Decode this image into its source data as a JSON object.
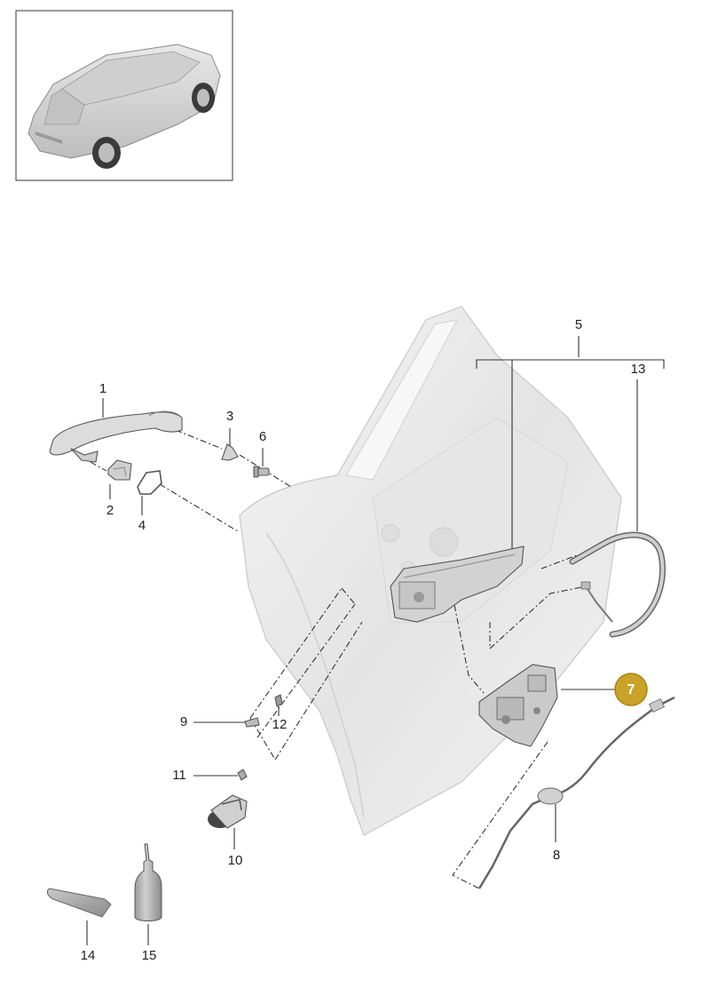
{
  "callouts": {
    "c1": "1",
    "c2": "2",
    "c3": "3",
    "c4": "4",
    "c5": "5",
    "c6": "6",
    "c7": "7",
    "c8": "8",
    "c9": "9",
    "c10": "10",
    "c11": "11",
    "c12": "12",
    "c13": "13",
    "c14": "14",
    "c15": "15"
  },
  "highlighted_callout": "7",
  "colors": {
    "highlight": "#c9a227",
    "highlight_border": "#a88415",
    "part_fill": "#d9d9d9",
    "door_fill": "#ececec"
  }
}
